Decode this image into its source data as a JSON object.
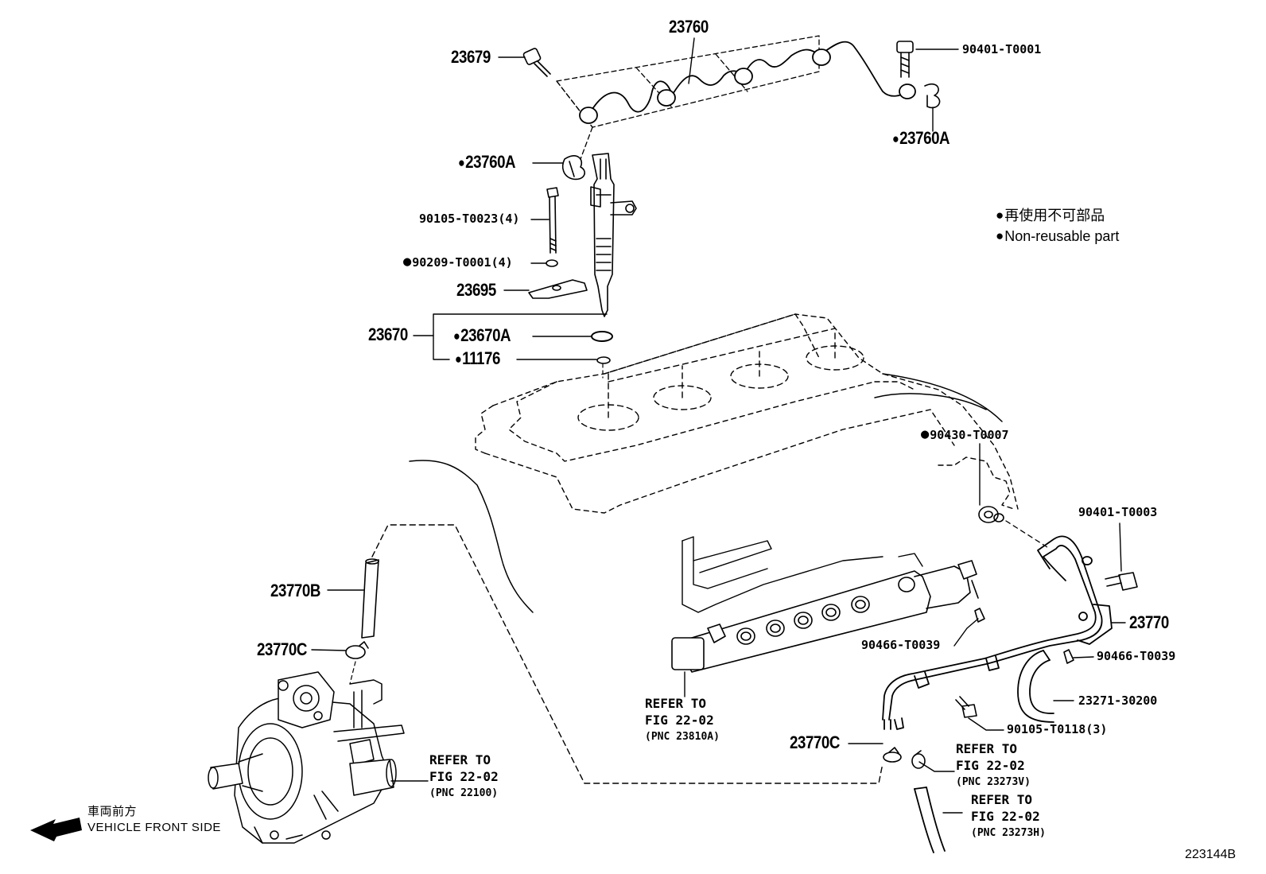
{
  "labels": {
    "p23760": "23760",
    "p23679": "23679",
    "p90401_T0001": "90401-T0001",
    "p23760A_right": "23760A",
    "p23760A_left": "23760A",
    "p90105_T0023": "90105-T0023(4)",
    "p90209_T0001": "90209-T0001(4)",
    "p23695": "23695",
    "p23670": "23670",
    "p23670A": "23670A",
    "p11176": "11176",
    "p90430_T0007": "90430-T0007",
    "p90401_T0003": "90401-T0003",
    "p23770": "23770",
    "p90466_T0039_a": "90466-T0039",
    "p90466_T0039_b": "90466-T0039",
    "p23271_30200": "23271-30200",
    "p90105_T0118": "90105-T0118(3)",
    "p23770B": "23770B",
    "p23770C_left": "23770C",
    "p23770C_right": "23770C"
  },
  "refs": {
    "rail": {
      "line1": "REFER TO",
      "line2": "FIG 22-02",
      "line3": "(PNC 23810A)"
    },
    "pump": {
      "line1": "REFER TO",
      "line2": "FIG 22-02",
      "line3": "(PNC 22100)"
    },
    "v": {
      "line1": "REFER TO",
      "line2": "FIG 22-02",
      "line3": "(PNC 23273V)"
    },
    "h": {
      "line1": "REFER TO",
      "line2": "FIG 22-02",
      "line3": "(PNC 23273H)"
    }
  },
  "legend": {
    "japanese": "再使用不可部品",
    "english": "Non-reusable part"
  },
  "front": {
    "japanese": "車両前方",
    "english": "VEHICLE FRONT SIDE"
  },
  "figure_id": "223144B"
}
